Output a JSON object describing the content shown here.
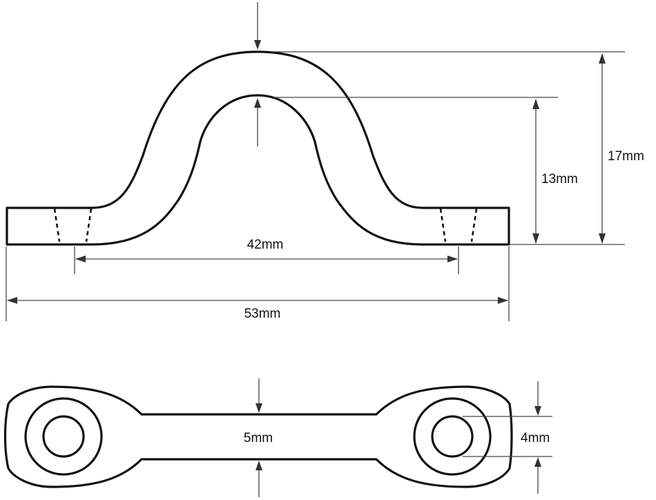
{
  "dimensions": {
    "total_height": "17mm",
    "inner_height": "13mm",
    "hole_spacing": "42mm",
    "overall_length": "53mm",
    "bar_width": "5mm",
    "hole_diameter": "4mm"
  }
}
